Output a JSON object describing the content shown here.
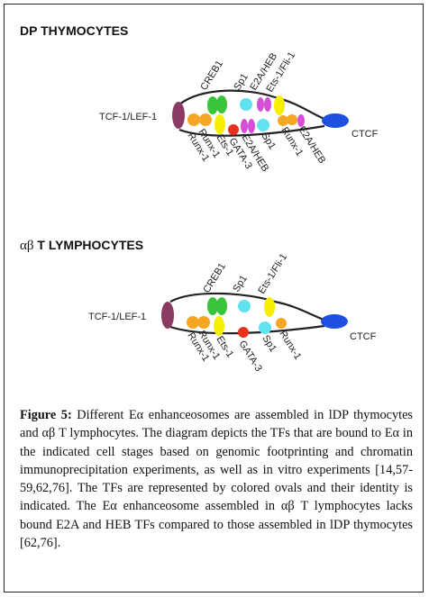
{
  "sections": [
    {
      "heading": "DP THYMOCYTES",
      "left_label": "TCF-1/LEF-1",
      "right_label": "CTCF",
      "top_labels": [
        "CREB1",
        "Sp1",
        "E2A/HEB",
        "Ets-1/Fli-1"
      ],
      "bottom_labels": [
        "Runx-1",
        "Runx-1",
        "Ets-1",
        "GATA-3",
        "E2A/HEB",
        "Sp1",
        "Runx-1",
        "E2A/HEB"
      ]
    },
    {
      "heading_greek": "αβ",
      "heading_rest": " T LYMPHOCYTES",
      "left_label": "TCF-1/LEF-1",
      "right_label": "CTCF",
      "top_labels": [
        "CREB1",
        "Sp1",
        "Ets-1/Fli-1"
      ],
      "bottom_labels": [
        "Runx-1",
        "Runx-1",
        "Ets-1",
        "GATA-3",
        "Sp1",
        "Runx-1"
      ]
    }
  ],
  "caption": {
    "label": "Figure 5:",
    "text": " Different Eα enhanceosomes are assembled in lDP thymocytes and αβ T lymphocytes. The diagram depicts the TFs that are bound to Eα in the indicated cell stages based on genomic footprinting and chromatin immunoprecipitation experiments, as well as in vitro experiments [14,57-59,62,76]. The TFs are represented by colored ovals and their identity is indicated. The Eα enhanceosome assembled in αβ T lymphocytes lacks bound E2A and HEB TFs compared to those assembled in lDP thymocytes [62,76]."
  },
  "colors": {
    "tcf_lef": "#8b3a62",
    "runx": "#f5a623",
    "creb1": "#39c43a",
    "ets": "#f6f000",
    "gata3": "#e8321e",
    "sp1": "#5fe3f0",
    "e2a_heb": "#d64fd6",
    "ctcf": "#1d4fe0"
  }
}
